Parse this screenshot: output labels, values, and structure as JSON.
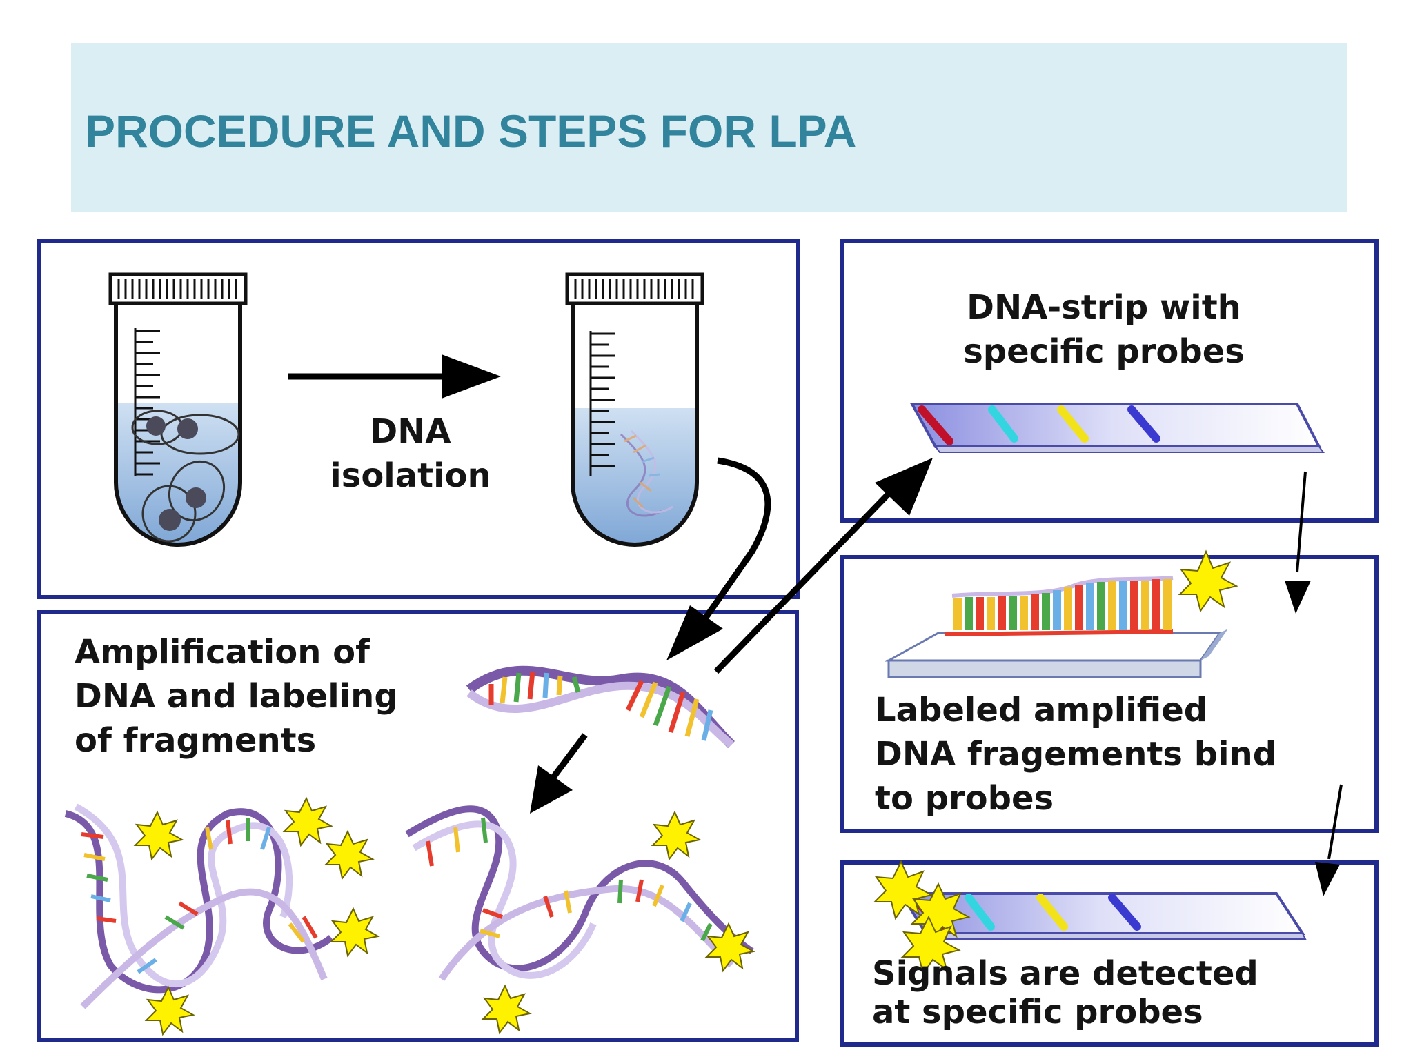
{
  "header": {
    "title": "PROCEDURE AND STEPS FOR LPA",
    "band_color": "#dbeef4",
    "title_color": "#31849b"
  },
  "colors": {
    "panel_border": "#1f2a8c",
    "signal_star": "#fff200",
    "probe_red": "#c0102a",
    "probe_cyan": "#33d6e0",
    "probe_yellow": "#f2e21a",
    "probe_blue": "#3a3ad0"
  },
  "steps": {
    "isolation": {
      "label": "DNA\nisolation"
    },
    "strip": {
      "label": "DNA-strip with\nspecific probes"
    },
    "amplification": {
      "label": "Amplification of\nDNA and labeling\nof fragments"
    },
    "binding": {
      "label": "Labeled amplified\nDNA fragements bind\nto probes"
    },
    "detection": {
      "label": "Signals are detected\nat specific probes"
    }
  },
  "icons": [
    "test-tube-with-cells-icon",
    "test-tube-with-dna-icon",
    "dna-helix-icon",
    "labeled-dna-fragments-icon",
    "dna-strip-icon",
    "hybridized-strip-icon",
    "signal-star-icon",
    "arrow-icon"
  ]
}
